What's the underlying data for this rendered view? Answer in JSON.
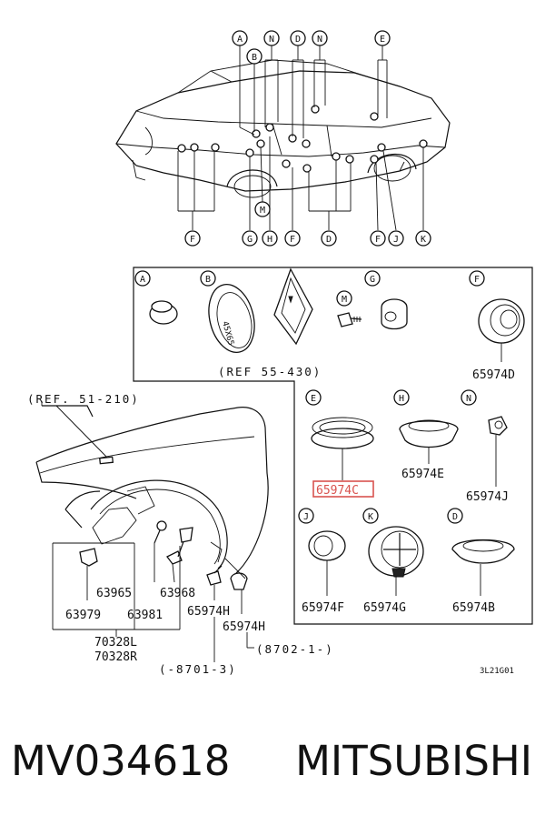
{
  "diagram": {
    "callout_letters": {
      "a": "A",
      "b": "B",
      "d": "D",
      "e": "E",
      "f": "F",
      "g": "G",
      "h": "H",
      "j": "J",
      "k": "K",
      "m": "M",
      "n": "N"
    },
    "ref_55_430": "(REF 55-430)",
    "ref_51_210": "(REF. 51-210)",
    "part_numbers": {
      "p65974D": "65974D",
      "p65974C": "65974C",
      "p65974E": "65974E",
      "p65974J": "65974J",
      "p65974F": "65974F",
      "p65974G": "65974G",
      "p65974B": "65974B",
      "p63965": "63965",
      "p63968": "63968",
      "p63979": "63979",
      "p63981": "63981",
      "p65974H_1": "65974H",
      "p65974H_2": "65974H",
      "p70328L": "70328L",
      "p70328R": "70328R"
    },
    "date_range_1": "(8702-1-)",
    "date_range_2": "(-8701-3)",
    "plug_b_label": "45X65",
    "drawing_code": "3L21G01",
    "highlight_color": "#d9534f"
  },
  "footer": {
    "part_number": "MV034618",
    "brand": "MITSUBISHI"
  }
}
